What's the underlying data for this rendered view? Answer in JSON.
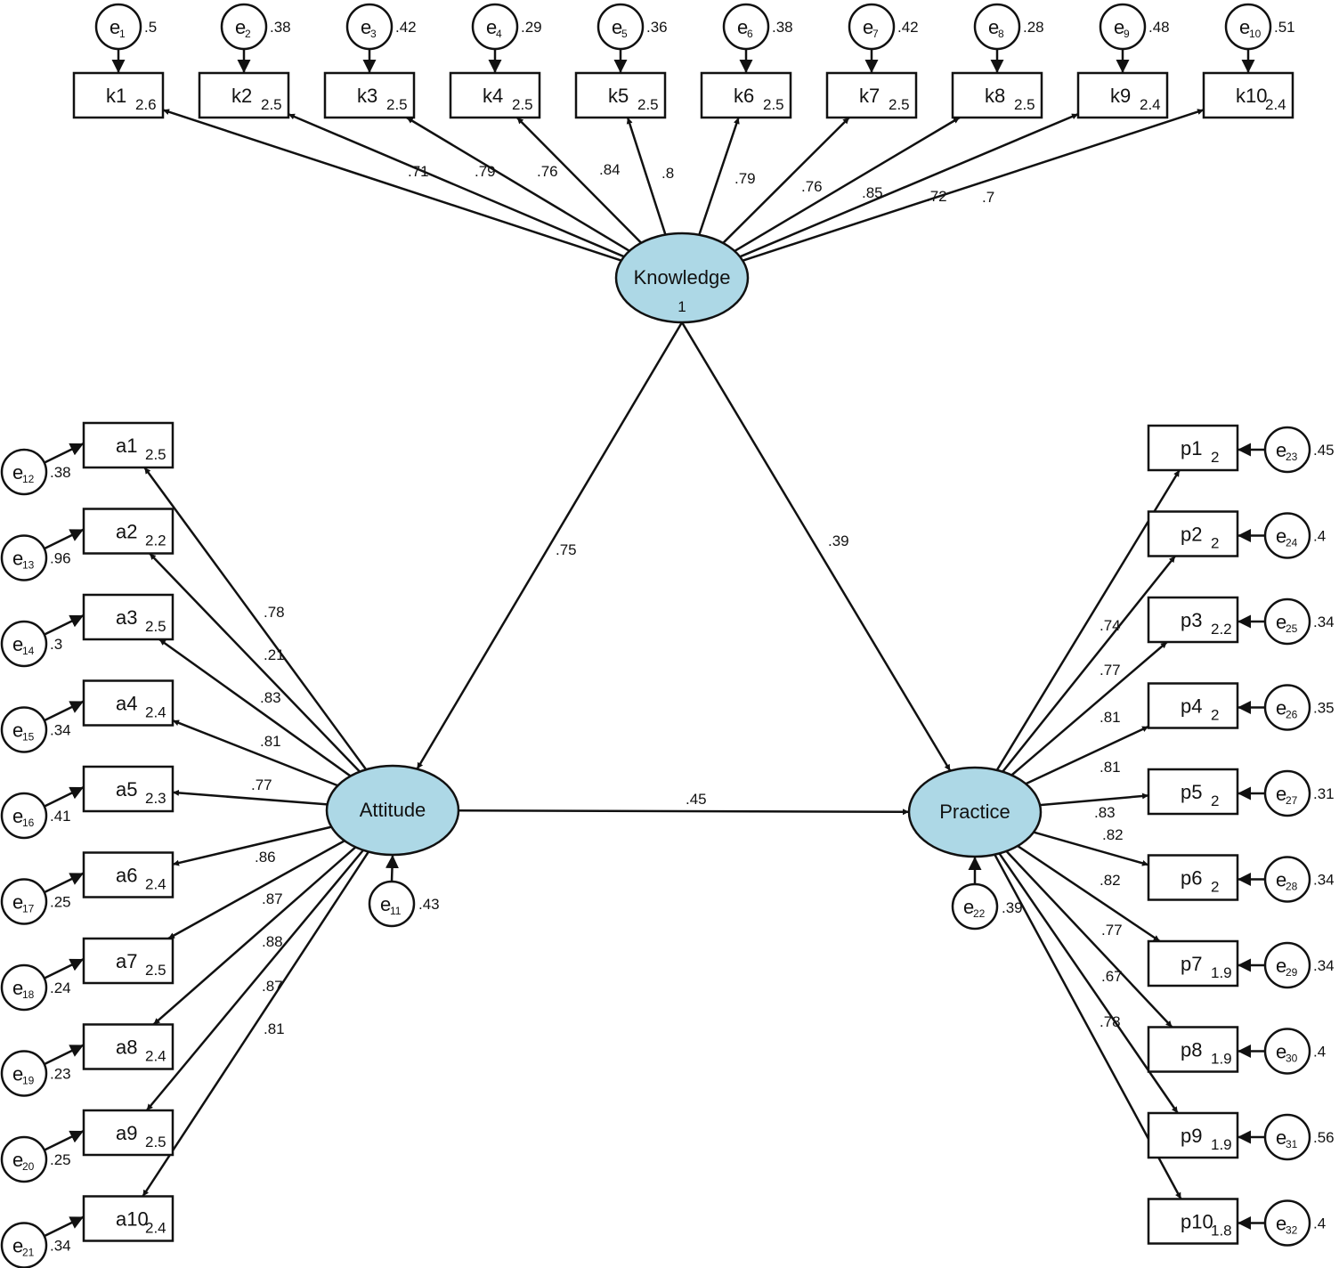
{
  "diagram": {
    "colors": {
      "latent_fill": "#add8e6",
      "stroke": "#111111",
      "background": "#ffffff"
    },
    "latents": [
      {
        "id": "knowledge",
        "label": "Knowledge",
        "extra": "1"
      },
      {
        "id": "attitude",
        "label": "Attitude",
        "extra": ""
      },
      {
        "id": "practice",
        "label": "Practice",
        "extra": ""
      }
    ],
    "structural_paths": [
      {
        "from": "knowledge",
        "to": "attitude",
        "coef": ".75"
      },
      {
        "from": "knowledge",
        "to": "practice",
        "coef": ".39"
      },
      {
        "from": "attitude",
        "to": "practice",
        "coef": ".45"
      }
    ],
    "disturbances": [
      {
        "target": "attitude",
        "letter": "e",
        "num": "11",
        "value": ".43"
      },
      {
        "target": "practice",
        "letter": "e",
        "num": "22",
        "value": ".39"
      }
    ],
    "knowledge_items": [
      {
        "name": "k1",
        "intercept": "2.6",
        "loading": ".71",
        "error": "1",
        "error_value": ".5"
      },
      {
        "name": "k2",
        "intercept": "2.5",
        "loading": ".79",
        "error": "2",
        "error_value": ".38"
      },
      {
        "name": "k3",
        "intercept": "2.5",
        "loading": ".76",
        "error": "3",
        "error_value": ".42"
      },
      {
        "name": "k4",
        "intercept": "2.5",
        "loading": ".84",
        "error": "4",
        "error_value": ".29"
      },
      {
        "name": "k5",
        "intercept": "2.5",
        "loading": ".8",
        "error": "5",
        "error_value": ".36"
      },
      {
        "name": "k6",
        "intercept": "2.5",
        "loading": ".79",
        "error": "6",
        "error_value": ".38"
      },
      {
        "name": "k7",
        "intercept": "2.5",
        "loading": ".76",
        "error": "7",
        "error_value": ".42"
      },
      {
        "name": "k8",
        "intercept": "2.5",
        "loading": ".85",
        "error": "8",
        "error_value": ".28"
      },
      {
        "name": "k9",
        "intercept": "2.4",
        "loading": ".72",
        "error": "9",
        "error_value": ".48"
      },
      {
        "name": "k10",
        "intercept": "2.4",
        "loading": ".7",
        "error": "10",
        "error_value": ".51"
      }
    ],
    "attitude_items": [
      {
        "name": "a1",
        "intercept": "2.5",
        "loading": ".78",
        "error": "12",
        "error_value": ".38"
      },
      {
        "name": "a2",
        "intercept": "2.2",
        "loading": ".21",
        "error": "13",
        "error_value": ".96"
      },
      {
        "name": "a3",
        "intercept": "2.5",
        "loading": ".83",
        "error": "14",
        "error_value": ".3"
      },
      {
        "name": "a4",
        "intercept": "2.4",
        "loading": ".81",
        "error": "15",
        "error_value": ".34"
      },
      {
        "name": "a5",
        "intercept": "2.3",
        "loading": ".77",
        "error": "16",
        "error_value": ".41"
      },
      {
        "name": "a6",
        "intercept": "2.4",
        "loading": ".86",
        "error": "17",
        "error_value": ".25"
      },
      {
        "name": "a7",
        "intercept": "2.5",
        "loading": ".87",
        "error": "18",
        "error_value": ".24"
      },
      {
        "name": "a8",
        "intercept": "2.4",
        "loading": ".88",
        "error": "19",
        "error_value": ".23"
      },
      {
        "name": "a9",
        "intercept": "2.5",
        "loading": ".87",
        "error": "20",
        "error_value": ".25"
      },
      {
        "name": "a10",
        "intercept": "2.4",
        "loading": ".81",
        "error": "21",
        "error_value": ".34"
      }
    ],
    "practice_items": [
      {
        "name": "p1",
        "intercept": "2",
        "loading": ".74",
        "error": "23",
        "error_value": ".45"
      },
      {
        "name": "p2",
        "intercept": "2",
        "loading": ".77",
        "error": "24",
        "error_value": ".4"
      },
      {
        "name": "p3",
        "intercept": "2.2",
        "loading": ".81",
        "error": "25",
        "error_value": ".34"
      },
      {
        "name": "p4",
        "intercept": "2",
        "loading": ".81",
        "error": "26",
        "error_value": ".35"
      },
      {
        "name": "p5",
        "intercept": "2",
        "loading": ".83",
        "error": "27",
        "error_value": ".31"
      },
      {
        "name": "p6",
        "intercept": "2",
        "loading": ".82",
        "error": "28",
        "error_value": ".34"
      },
      {
        "name": "p7",
        "intercept": "1.9",
        "loading": ".82",
        "error": "29",
        "error_value": ".34"
      },
      {
        "name": "p8",
        "intercept": "1.9",
        "loading": ".77",
        "error": "30",
        "error_value": ".4"
      },
      {
        "name": "p9",
        "intercept": "1.9",
        "loading": ".67",
        "error": "31",
        "error_value": ".56"
      },
      {
        "name": "p10",
        "intercept": "1.8",
        "loading": ".78",
        "error": "32",
        "error_value": ".4"
      }
    ]
  }
}
